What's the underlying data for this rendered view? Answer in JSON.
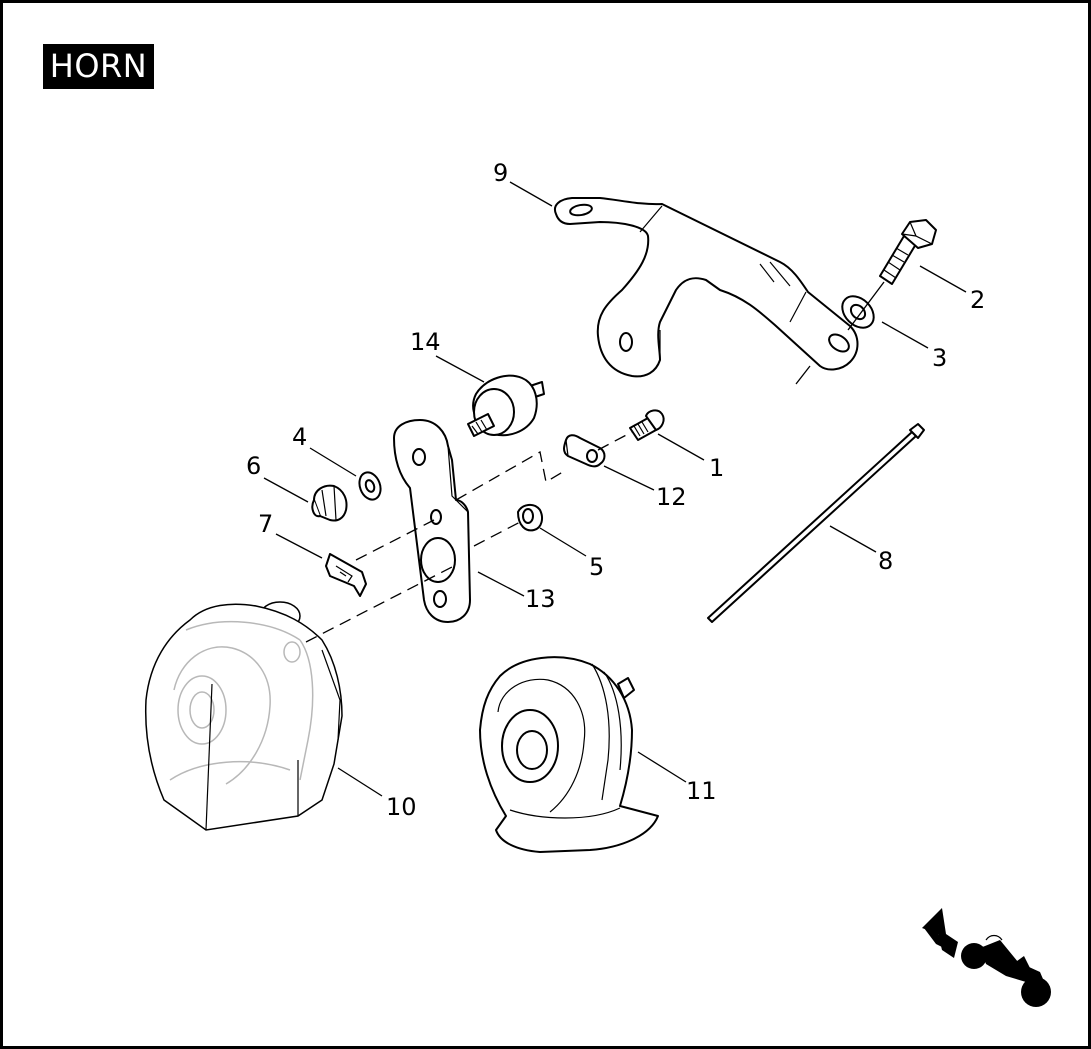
{
  "title": "HORN",
  "callouts": [
    {
      "id": "c1",
      "label": "1",
      "part": "screw"
    },
    {
      "id": "c2",
      "label": "2",
      "part": "bolt"
    },
    {
      "id": "c3",
      "label": "3",
      "part": "washer"
    },
    {
      "id": "c4",
      "label": "4",
      "part": "washer"
    },
    {
      "id": "c5",
      "label": "5",
      "part": "nut"
    },
    {
      "id": "c6",
      "label": "6",
      "part": "acorn-nut"
    },
    {
      "id": "c7",
      "label": "7",
      "part": "clip"
    },
    {
      "id": "c8",
      "label": "8",
      "part": "cable-strap"
    },
    {
      "id": "c9",
      "label": "9",
      "part": "mounting-bracket"
    },
    {
      "id": "c10",
      "label": "10",
      "part": "horn-cover"
    },
    {
      "id": "c11",
      "label": "11",
      "part": "horn"
    },
    {
      "id": "c12",
      "label": "12",
      "part": "clip"
    },
    {
      "id": "c13",
      "label": "13",
      "part": "horn-bracket"
    },
    {
      "id": "c14",
      "label": "14",
      "part": "rubber-mount"
    }
  ],
  "colors": {
    "ink": "#000000",
    "paper": "#ffffff",
    "ghost": "#b8b8b8"
  },
  "icons": {
    "orientation": "motorcycle-direction-icon"
  }
}
